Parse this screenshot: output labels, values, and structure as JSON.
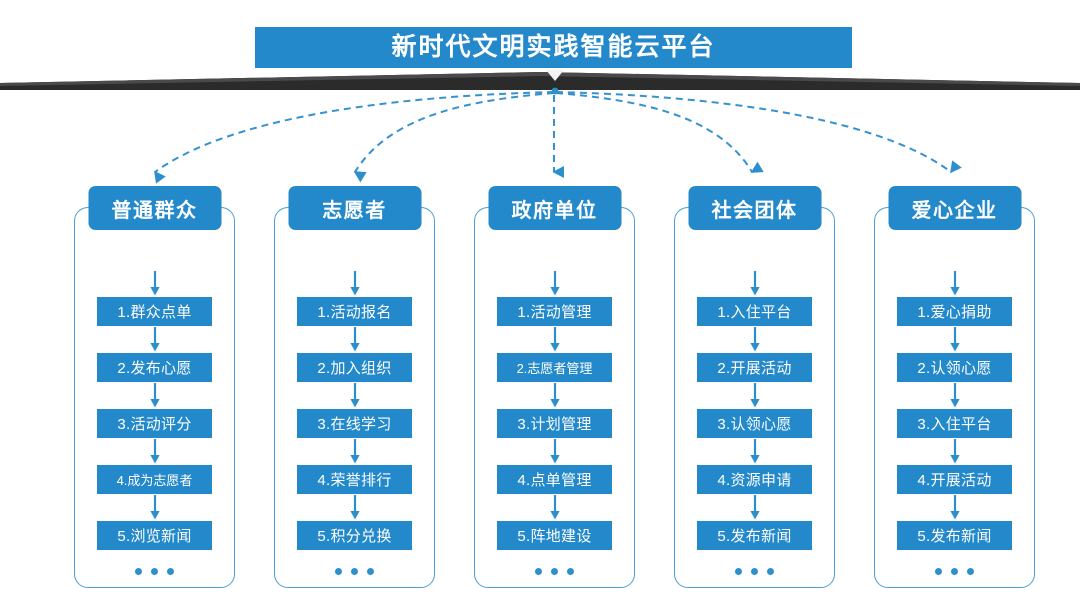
{
  "banner": {
    "title": "新时代文明实践智能云平台",
    "caret_icon": "chevron-down-icon"
  },
  "colors": {
    "primary_blue": "#2389ca",
    "outline_blue": "#4a9fd4",
    "dash_blue": "#3591cf",
    "shadow_dark": "#2b2b2b",
    "text_white": "#ffffff"
  },
  "columns": [
    {
      "id": "general-public",
      "header": "普通群众",
      "steps": [
        "1.群众点单",
        "2.发布心愿",
        "3.活动评分",
        "4.成为志愿者",
        "5.浏览新闻"
      ],
      "more": "..."
    },
    {
      "id": "volunteer",
      "header": "志愿者",
      "steps": [
        "1.活动报名",
        "2.加入组织",
        "3.在线学习",
        "4.荣誉排行",
        "5.积分兑换"
      ],
      "more": "..."
    },
    {
      "id": "government-unit",
      "header": "政府单位",
      "steps": [
        "1.活动管理",
        "2.志愿者管理",
        "3.计划管理",
        "4.点单管理",
        "5.阵地建设"
      ],
      "more": "..."
    },
    {
      "id": "social-group",
      "header": "社会团体",
      "steps": [
        "1.入住平台",
        "2.开展活动",
        "3.认领心愿",
        "4.资源申请",
        "5.发布新闻"
      ],
      "more": "..."
    },
    {
      "id": "caring-enterprise",
      "header": "爱心企业",
      "steps": [
        "1.爱心捐助",
        "2.认领心愿",
        "3.入住平台",
        "4.开展活动",
        "5.发布新闻"
      ],
      "more": "..."
    }
  ]
}
